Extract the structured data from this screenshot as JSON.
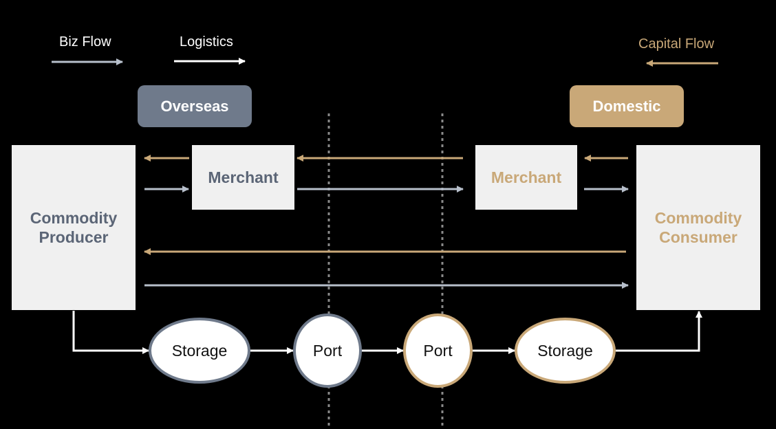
{
  "legend": {
    "biz_flow": "Biz Flow",
    "logistics": "Logistics",
    "capital_flow": "Capital Flow"
  },
  "regions": {
    "overseas": "Overseas",
    "domestic": "Domestic"
  },
  "entities": {
    "producer": "Commodity\nProducer",
    "consumer": "Commodity\nConsumer",
    "merchant_overseas": "Merchant",
    "merchant_domestic": "Merchant"
  },
  "nodes": {
    "storage_overseas": "Storage",
    "port_overseas": "Port",
    "port_domestic": "Port",
    "storage_domestic": "Storage"
  },
  "colors": {
    "background": "#000000",
    "overseas": "#6f7a8b",
    "domestic": "#c9a878",
    "box_fill": "#f0f0f0",
    "biz_flow_arrow": "#b7bfcb",
    "capital_flow_arrow": "#c9a878",
    "logistics_arrow": "#ffffff",
    "producer_text": "#5b6576",
    "consumer_text": "#c9a878",
    "divider": "#8a8a8a"
  },
  "icons": {
    "biz_flow": "arrow-right-icon",
    "logistics": "arrow-right-icon",
    "capital_flow": "arrow-left-icon"
  }
}
